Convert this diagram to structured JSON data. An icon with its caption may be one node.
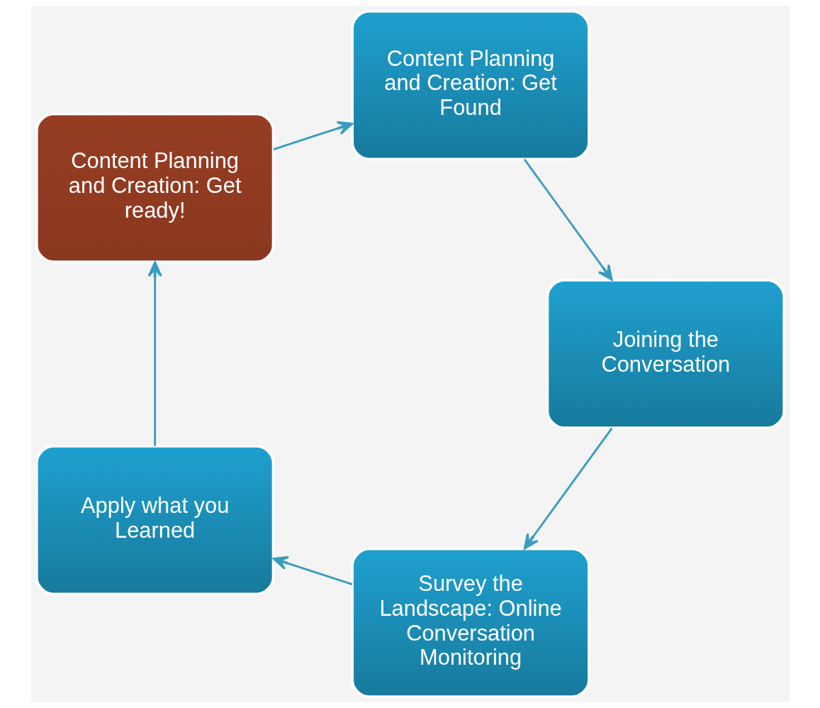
{
  "diagram": {
    "nodes": [
      {
        "text": [
          "Survey the Landscape: Online Conversation Monitoring"
        ]
      },
      {
        "text": [
          "Apply what you Learned"
        ]
      },
      {
        "text": [
          "Content Planning and Creation: Get ready!"
        ]
      },
      {
        "text": [
          "Content Planning and Creation: Get Found"
        ]
      },
      {
        "text": [
          "Joining the Conversation"
        ]
      }
    ],
    "edges": [
      {
        "from": 0,
        "to": 1,
        "arrow": "to"
      },
      {
        "from": 1,
        "to": 2,
        "arrow": "to"
      },
      {
        "from": 2,
        "to": 3,
        "arrow": "to"
      },
      {
        "from": 3,
        "to": 4,
        "arrow": "to"
      },
      {
        "from": 4,
        "to": 0,
        "arrow": "to"
      }
    ]
  }
}
